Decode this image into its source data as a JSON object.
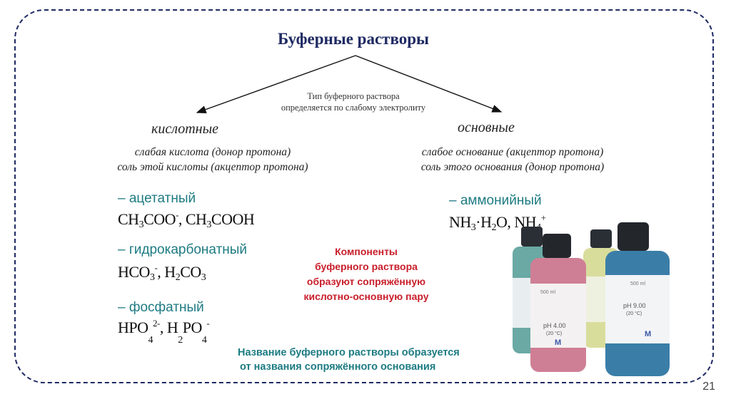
{
  "title": "Буферные растворы",
  "note": [
    "Тип буферного раствора",
    "определяется по слабому электролиту"
  ],
  "acidic": {
    "heading": "кислотные",
    "desc": [
      "слабая кислота (донор протона)",
      "соль этой кислоты (акцептор протона)"
    ],
    "items": [
      {
        "name": "– ацетатный",
        "formula": [
          "CH",
          "3",
          "COO",
          "-",
          ", CH",
          "3",
          "COOH"
        ]
      },
      {
        "name": "– гидрокарбонатный",
        "formula": [
          "HCO",
          "3",
          "-",
          ", H",
          "2",
          "CO",
          "3"
        ]
      },
      {
        "name": "– фосфатный",
        "formula": [
          "HPO",
          "4",
          "2-",
          ", H",
          "2",
          "PO",
          "4",
          "-"
        ]
      }
    ]
  },
  "basic": {
    "heading": "основные",
    "desc": [
      "слабое основание (акцептор протона)",
      "соль этого основания (донор протона)"
    ],
    "items": [
      {
        "name": "– аммонийный",
        "formula": [
          "NH",
          "3",
          "·H",
          "2",
          "O, NH",
          "4",
          "+"
        ]
      }
    ]
  },
  "components_note": [
    "Компоненты",
    "буферного раствора",
    "образуют сопряжённую",
    "кислотно-основную пару"
  ],
  "naming_note": [
    "Название буферного растворы образуется",
    "от названия сопряжённого основания"
  ],
  "bottle_labels": {
    "b1": "pH 4.00",
    "b1_sub": "(20 °C)",
    "b2": "pH 9.00",
    "b2_sub": "(20 °C)",
    "volume": "500 ml",
    "brand": "M"
  },
  "page_number": "21",
  "colors": {
    "frame": "#1f2a63",
    "title": "#1f2a63",
    "teal": "#1d7b82",
    "red": "#c81e2a"
  }
}
